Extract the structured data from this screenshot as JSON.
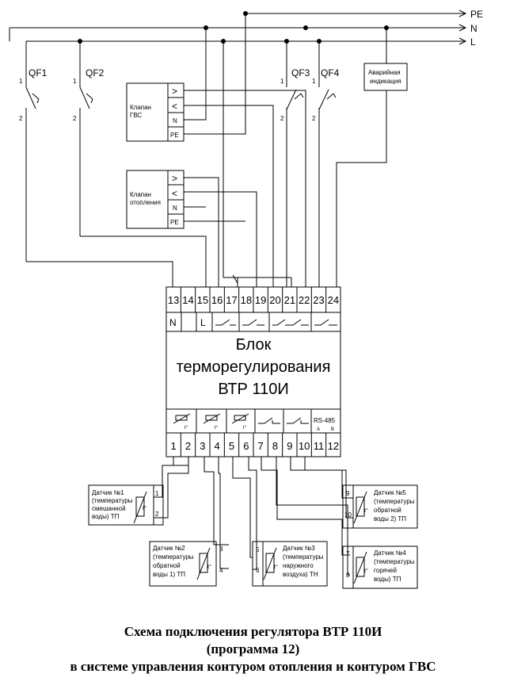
{
  "bus": {
    "pe": "PE",
    "n": "N",
    "l": "L"
  },
  "breakers": {
    "qf1": "QF1",
    "qf2": "QF2",
    "qf3": "QF3",
    "qf4": "QF4",
    "pin_top": "1",
    "pin_bottom": "2"
  },
  "alarm": {
    "line1": "Аварийная",
    "line2": "индикация"
  },
  "valve_dhw": {
    "line1": "Клапан",
    "line2": "ГВС"
  },
  "valve_heating": {
    "line1": "Клапан",
    "line2": "отопления"
  },
  "valve_terms": {
    "open": ">",
    "close": "<",
    "n": "N",
    "pe": "PE"
  },
  "unit": {
    "line1": "Блок",
    "line2": "терморегулирования",
    "line3": "ВТР 110И",
    "n_label": "N",
    "l_label": "L",
    "rs485": "RS-485",
    "rs_a": "A",
    "rs_b": "B",
    "top_terms": [
      "13",
      "14",
      "15",
      "16",
      "17",
      "18",
      "19",
      "20",
      "21",
      "22",
      "23",
      "24"
    ],
    "bottom_terms": [
      "1",
      "2",
      "3",
      "4",
      "5",
      "6",
      "7",
      "8",
      "9",
      "10",
      "11",
      "12"
    ]
  },
  "sensors": {
    "s1": {
      "lines": [
        "Датчик №1",
        "(температуры",
        "смешанной",
        "воды) ТП"
      ],
      "p1": "1",
      "p2": "2"
    },
    "s2": {
      "lines": [
        "Датчик №2",
        "(температуры",
        "обратной",
        "воды 1) ТП"
      ],
      "p1": "3",
      "p2": "4"
    },
    "s3": {
      "lines": [
        "Датчик №3",
        "(температуры",
        "наружного",
        "воздуха) ТН"
      ],
      "p1": "5",
      "p2": "6"
    },
    "s4": {
      "lines": [
        "Датчик №4",
        "(температуры",
        "горячей",
        "воды) ТП"
      ],
      "p1": "7",
      "p2": "8"
    },
    "s5": {
      "lines": [
        "Датчик №5",
        "(температуры",
        "обратной",
        "воды 2) ТП"
      ],
      "p1": "9",
      "p2": "10"
    },
    "t_symbol": "t°"
  },
  "caption": {
    "line1": "Схема подключения регулятора ВТР 110И",
    "line2": "(программа 12)",
    "line3": "в системе управления контуром отопления и контуром ГВС"
  }
}
